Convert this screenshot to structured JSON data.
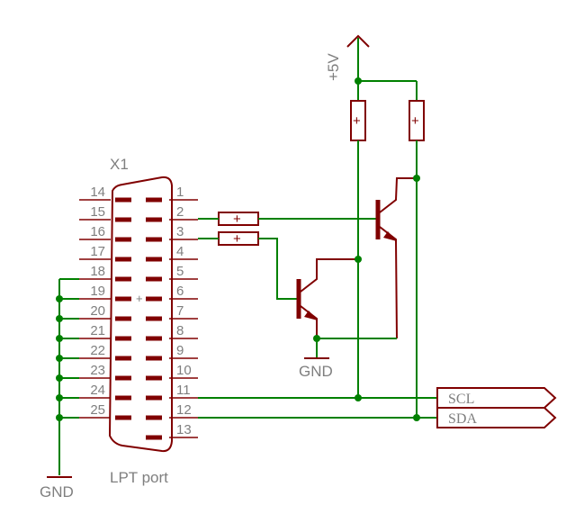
{
  "title": "",
  "connector": {
    "ref": "X1",
    "name": "LPT port",
    "pins_left": [
      "14",
      "15",
      "16",
      "17",
      "18",
      "19",
      "20",
      "21",
      "22",
      "23",
      "24",
      "25"
    ],
    "pins_right": [
      "1",
      "2",
      "3",
      "4",
      "5",
      "6",
      "7",
      "8",
      "9",
      "10",
      "11",
      "12",
      "13"
    ]
  },
  "power": {
    "vcc_label": "+5V",
    "gnd_label": "GND"
  },
  "nets": {
    "scl": "SCL",
    "sda": "SDA"
  },
  "colors": {
    "wire": "#008000",
    "part": "#800000",
    "text": "#7f7f7f"
  }
}
